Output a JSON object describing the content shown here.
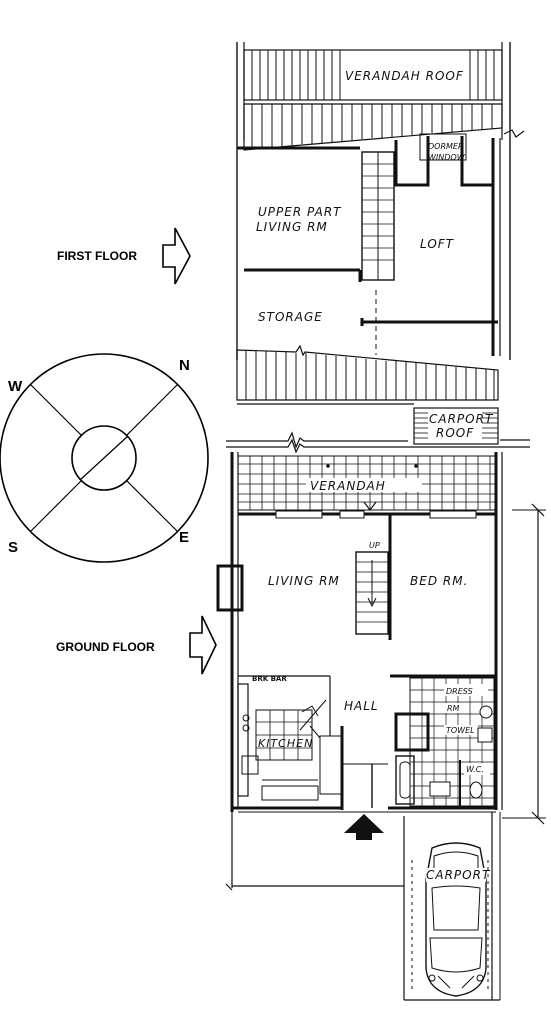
{
  "floor_labels": {
    "first": "FIRST FLOOR",
    "ground": "GROUND FLOOR"
  },
  "compass": {
    "n": "N",
    "e": "E",
    "s": "S",
    "w": "W"
  },
  "first_floor": {
    "verandah_roof": "VERANDAH ROOF",
    "dormer": "DORMER",
    "window": "WINDOW",
    "upper_part": "UPPER PART",
    "living_rm": "LIVING RM",
    "loft": "LOFT",
    "storage": "STORAGE",
    "carport": "CARPORT",
    "roof": "ROOF"
  },
  "ground_floor": {
    "verandah": "VERANDAH",
    "up": "UP",
    "living_rm": "LIVING RM",
    "bed_rm": "BED RM.",
    "brk_bar": "BRK BAR",
    "hall": "HALL",
    "kitchen": "KITCHEN",
    "dress": "DRESS",
    "rm": "RM",
    "towel": "TOWEL",
    "wc": "W.C.",
    "carport": "CARPORT"
  }
}
